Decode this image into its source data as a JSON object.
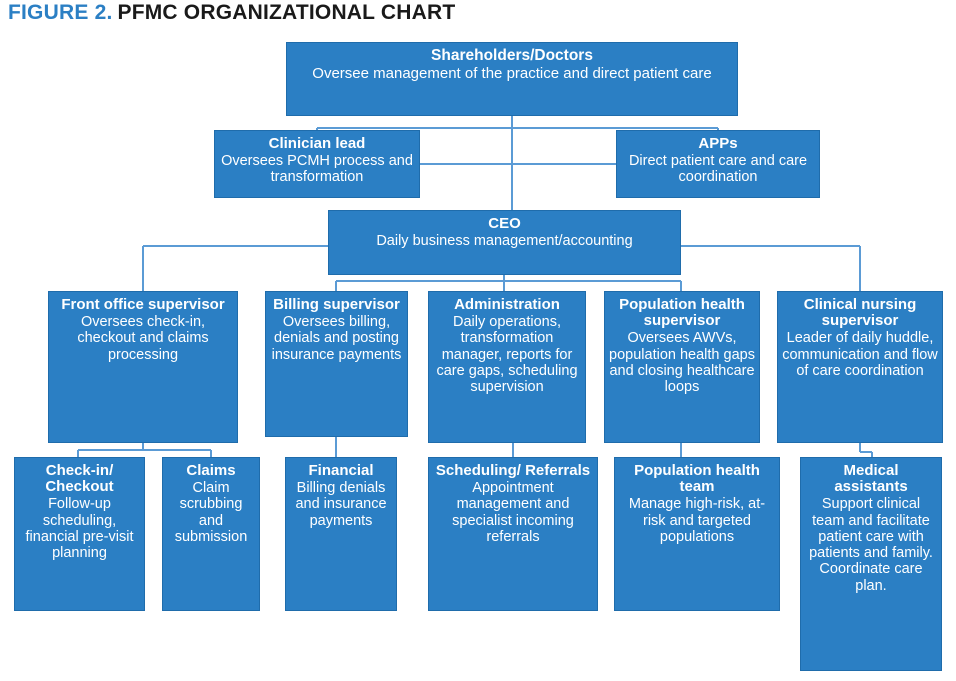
{
  "title": {
    "number": "FIGURE 2.",
    "main": "PFMC ORGANIZATIONAL CHART"
  },
  "colors": {
    "box_fill": "#2b7fc4",
    "box_border": "#1f6cab",
    "connector": "#5b9bd5",
    "title_accent": "#2b7fc4",
    "title_main": "#1a1a1a",
    "text": "#ffffff",
    "background": "#ffffff"
  },
  "nodes": {
    "shareholders": {
      "title": "Shareholders/Doctors",
      "desc": "Oversee management of the practice and direct patient care"
    },
    "clinician_lead": {
      "title": "Clinician lead",
      "desc": "Oversees PCMH process and transformation"
    },
    "apps": {
      "title": "APPs",
      "desc": "Direct patient care and care coordination"
    },
    "ceo": {
      "title": "CEO",
      "desc": "Daily business management/accounting"
    },
    "front_office_supervisor": {
      "title": "Front office supervisor",
      "desc": "Oversees check-in, checkout and claims processing"
    },
    "billing_supervisor": {
      "title": "Billing supervisor",
      "desc": "Oversees billing, denials and posting insurance payments"
    },
    "administration": {
      "title": "Administration",
      "desc": "Daily operations, transformation manager, reports for care gaps, scheduling supervision"
    },
    "population_health_supervisor": {
      "title": "Population health supervisor",
      "desc": "Oversees AWVs, population health gaps and closing healthcare loops"
    },
    "clinical_nursing_supervisor": {
      "title": "Clinical nursing supervisor",
      "desc": "Leader of daily huddle, communication and flow of care coordination"
    },
    "check_in_checkout": {
      "title": "Check-in/ Checkout",
      "desc": "Follow-up scheduling, financial pre-visit planning"
    },
    "claims": {
      "title": "Claims",
      "desc": "Claim scrubbing and submission"
    },
    "financial": {
      "title": "Financial",
      "desc": "Billing denials and insurance payments"
    },
    "scheduling_referrals": {
      "title": "Scheduling/ Referrals",
      "desc": "Appointment management and specialist incoming referrals"
    },
    "population_health_team": {
      "title": "Population health team",
      "desc": "Manage high-risk, at-risk and targeted populations"
    },
    "medical_assistants": {
      "title": "Medical assistants",
      "desc": "Support clinical team and facilitate patient care with patients and family. Coordinate care plan."
    }
  }
}
